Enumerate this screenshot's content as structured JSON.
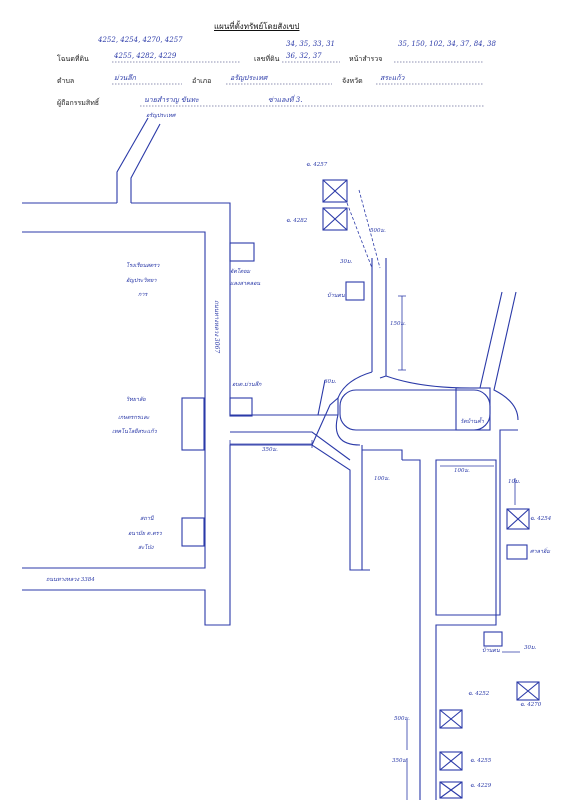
{
  "header": {
    "title": "แผนที่ตั้งทรัพย์โดยสังเขป",
    "land_title_numbers_line1": "4252, 4254, 4270, 4257",
    "land_numbers_mid_line1": "34, 35, 33, 31",
    "survey_numbers_right": "35, 150, 102, 34, 37, 84, 38",
    "deed_label": "โฉนดที่ดิน",
    "deed_value": "4255, 4282, 4229",
    "land_no_label": "เลขที่ดิน",
    "land_no_value": "36, 32, 37",
    "survey_page_label": "หน้าสำรวจ",
    "subdistrict_label": "ตำบล",
    "subdistrict_value": "ม่วนลึก",
    "district_label": "อำเภอ",
    "district_value": "อรัญประเทศ",
    "province_label": "จังหวัด",
    "province_value": "สระแก้ว",
    "owner_label": "ผู้ถือกรรมสิทธิ์",
    "owner_value": "นายสำราญ ขันทะ",
    "owner_extra": "ซ่าแลงที่ 3."
  },
  "map": {
    "road_top_left": "อรัญประเทศ",
    "parcel_top_1": "ฉ. 4257",
    "parcel_top_2": "ฉ. 4282",
    "dist_500": "500ม.",
    "dist_30": "30ม.",
    "house_label": "บ้านตน",
    "dist_150": "150ม.",
    "school_label_1": "โรงเรียนสตรว",
    "school_label_2": "อัญประวิทยา",
    "school_label_3": "การ",
    "rubber_label_1": "จัดโดยม",
    "rubber_label_2": "แลงสาคลอน",
    "highway_label": "ถนนทางหลวง 3067",
    "college_label_1": "วิทยาลัย",
    "college_label_2": "เกษตรกรและ",
    "college_label_3": "เทคโนโลยีสระแก้ว",
    "office_label": "อบต.ม่วนลึก",
    "dist_60": "60ม.",
    "temple_label": "วัดบ้านค้ำ",
    "dist_350_mid": "350ม.",
    "dist_100_left": "100ม.",
    "dist_100_right": "100ม.",
    "dist_10": "10ม.",
    "parcel_4254": "ฉ. 4254",
    "hall_label": "ศาลาอิ่ม",
    "station_label_1": "สถานี",
    "station_label_2": "อนามัย ต.ตรว",
    "station_label_3": "สะโป่ง",
    "road_bottom_left": "ถนนทางหลวง 3384",
    "house_bottom": "บ้านตน",
    "dist_30_bottom": "30ม.",
    "parcel_4270": "ฉ. 4270",
    "parcel_4252": "ฉ. 4252",
    "dist_500_bottom": "500ม.",
    "dist_350_bottom": "350ม.",
    "parcel_4255": "ฉ. 4255",
    "parcel_4229": "ฉ. 4229"
  }
}
